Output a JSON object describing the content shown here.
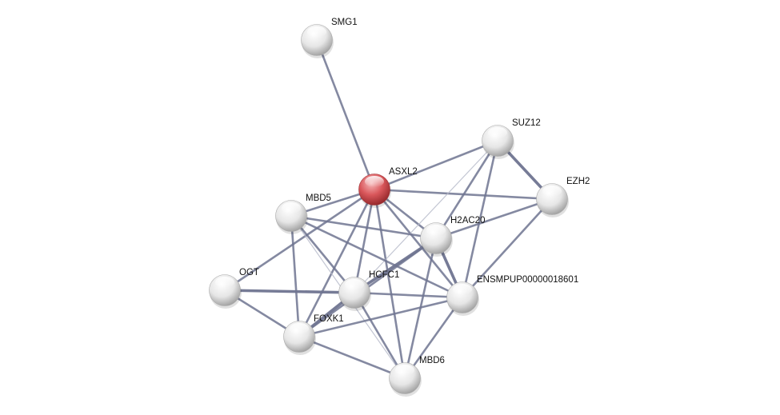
{
  "network": {
    "query_protein": "ASXL2",
    "colors": {
      "query": "#d9575b",
      "node": "#e8e8e8",
      "edge": "#6f7490",
      "edge_weak": "#b8bccb"
    },
    "nodes": [
      "SMG1",
      "ASXL2",
      "SUZ12",
      "EZH2",
      "MBD5",
      "H2AC20",
      "OGT",
      "HCFC1",
      "ENSMPUP00000018601",
      "FOXK1",
      "MBD6"
    ],
    "edges": [
      [
        "SMG1",
        "ASXL2",
        "normal"
      ],
      [
        "ASXL2",
        "SUZ12",
        "normal"
      ],
      [
        "ASXL2",
        "EZH2",
        "normal"
      ],
      [
        "ASXL2",
        "MBD5",
        "normal"
      ],
      [
        "ASXL2",
        "OGT",
        "normal"
      ],
      [
        "ASXL2",
        "FOXK1",
        "normal"
      ],
      [
        "ASXL2",
        "HCFC1",
        "normal"
      ],
      [
        "ASXL2",
        "MBD6",
        "normal"
      ],
      [
        "ASXL2",
        "H2AC20",
        "normal"
      ],
      [
        "ASXL2",
        "ENSMPUP00000018601",
        "normal"
      ],
      [
        "SUZ12",
        "EZH2",
        "strong"
      ],
      [
        "SUZ12",
        "H2AC20",
        "normal"
      ],
      [
        "SUZ12",
        "ENSMPUP00000018601",
        "normal"
      ],
      [
        "SUZ12",
        "HCFC1",
        "weak"
      ],
      [
        "EZH2",
        "H2AC20",
        "normal"
      ],
      [
        "EZH2",
        "ENSMPUP00000018601",
        "normal"
      ],
      [
        "MBD5",
        "H2AC20",
        "normal"
      ],
      [
        "MBD5",
        "ENSMPUP00000018601",
        "normal"
      ],
      [
        "MBD5",
        "FOXK1",
        "normal"
      ],
      [
        "MBD5",
        "HCFC1",
        "normal"
      ],
      [
        "MBD5",
        "MBD6",
        "weak"
      ],
      [
        "H2AC20",
        "HCFC1",
        "strong"
      ],
      [
        "H2AC20",
        "FOXK1",
        "normal"
      ],
      [
        "H2AC20",
        "MBD6",
        "normal"
      ],
      [
        "H2AC20",
        "ENSMPUP00000018601",
        "strong"
      ],
      [
        "OGT",
        "HCFC1",
        "strong"
      ],
      [
        "OGT",
        "FOXK1",
        "normal"
      ],
      [
        "HCFC1",
        "ENSMPUP00000018601",
        "normal"
      ],
      [
        "HCFC1",
        "MBD6",
        "normal"
      ],
      [
        "HCFC1",
        "FOXK1",
        "strong"
      ],
      [
        "FOXK1",
        "ENSMPUP00000018601",
        "normal"
      ],
      [
        "FOXK1",
        "MBD6",
        "normal"
      ],
      [
        "ENSMPUP00000018601",
        "MBD6",
        "normal"
      ]
    ]
  }
}
